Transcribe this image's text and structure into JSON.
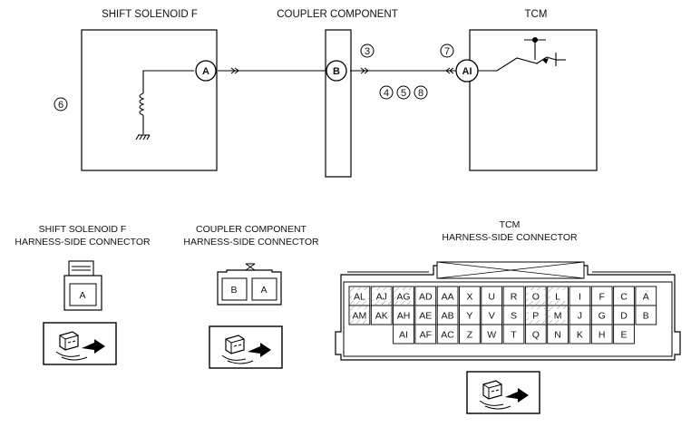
{
  "top": {
    "solenoid_title": "SHIFT SOLENOID F",
    "coupler_title": "COUPLER COMPONENT",
    "tcm_title": "TCM",
    "terminal_a": "A",
    "terminal_b": "B",
    "terminal_ai": "AI",
    "step_6": "6",
    "step_3": "3",
    "step_7": "7",
    "step_4": "4",
    "step_5": "5",
    "step_8": "8"
  },
  "connectors": {
    "solenoid": {
      "title_line1": "SHIFT SOLENOID F",
      "title_line2": "HARNESS-SIDE CONNECTOR",
      "pin": "A"
    },
    "coupler": {
      "title_line1": "COUPLER COMPONENT",
      "title_line2": "HARNESS-SIDE CONNECTOR",
      "pins": [
        "B",
        "A"
      ]
    },
    "tcm": {
      "title_line1": "TCM",
      "title_line2": "HARNESS-SIDE CONNECTOR",
      "row1": [
        "AL",
        "AJ",
        "AG",
        "AD",
        "AA",
        "X",
        "U",
        "R",
        "O",
        "L",
        "I",
        "F",
        "C",
        "A"
      ],
      "row2": [
        "AM",
        "AK",
        "AH",
        "AE",
        "AB",
        "Y",
        "V",
        "S",
        "P",
        "M",
        "J",
        "G",
        "D",
        "B"
      ],
      "row3": [
        "AI",
        "AF",
        "AC",
        "Z",
        "W",
        "T",
        "Q",
        "N",
        "K",
        "H",
        "E"
      ],
      "hatched": [
        "AL",
        "AJ",
        "AG",
        "AM",
        "O",
        "L",
        "P",
        "M"
      ]
    }
  },
  "icons": [
    "inductor-coil-icon",
    "ground-icon",
    "transistor-icon",
    "probe-hand-icon",
    "double-arrow-icon"
  ]
}
